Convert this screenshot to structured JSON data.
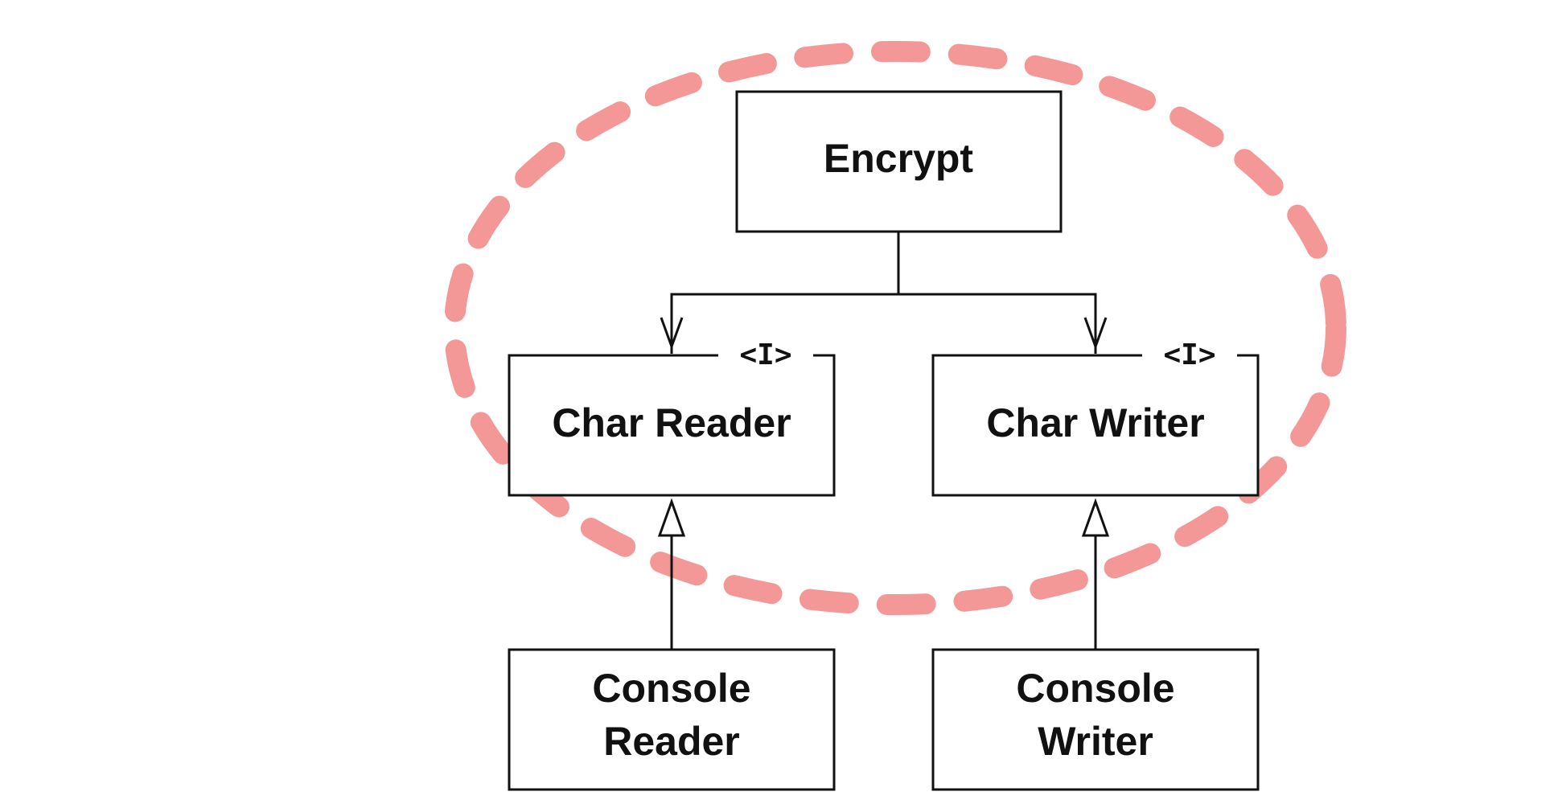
{
  "diagram": {
    "highlight_color": "#f08080",
    "nodes": {
      "encrypt": {
        "label": "Encrypt"
      },
      "char_reader": {
        "label": "Char Reader",
        "stereotype": "<I>"
      },
      "char_writer": {
        "label": "Char Writer",
        "stereotype": "<I>"
      },
      "console_reader": {
        "label_line1": "Console",
        "label_line2": "Reader"
      },
      "console_writer": {
        "label_line1": "Console",
        "label_line2": "Writer"
      }
    }
  }
}
